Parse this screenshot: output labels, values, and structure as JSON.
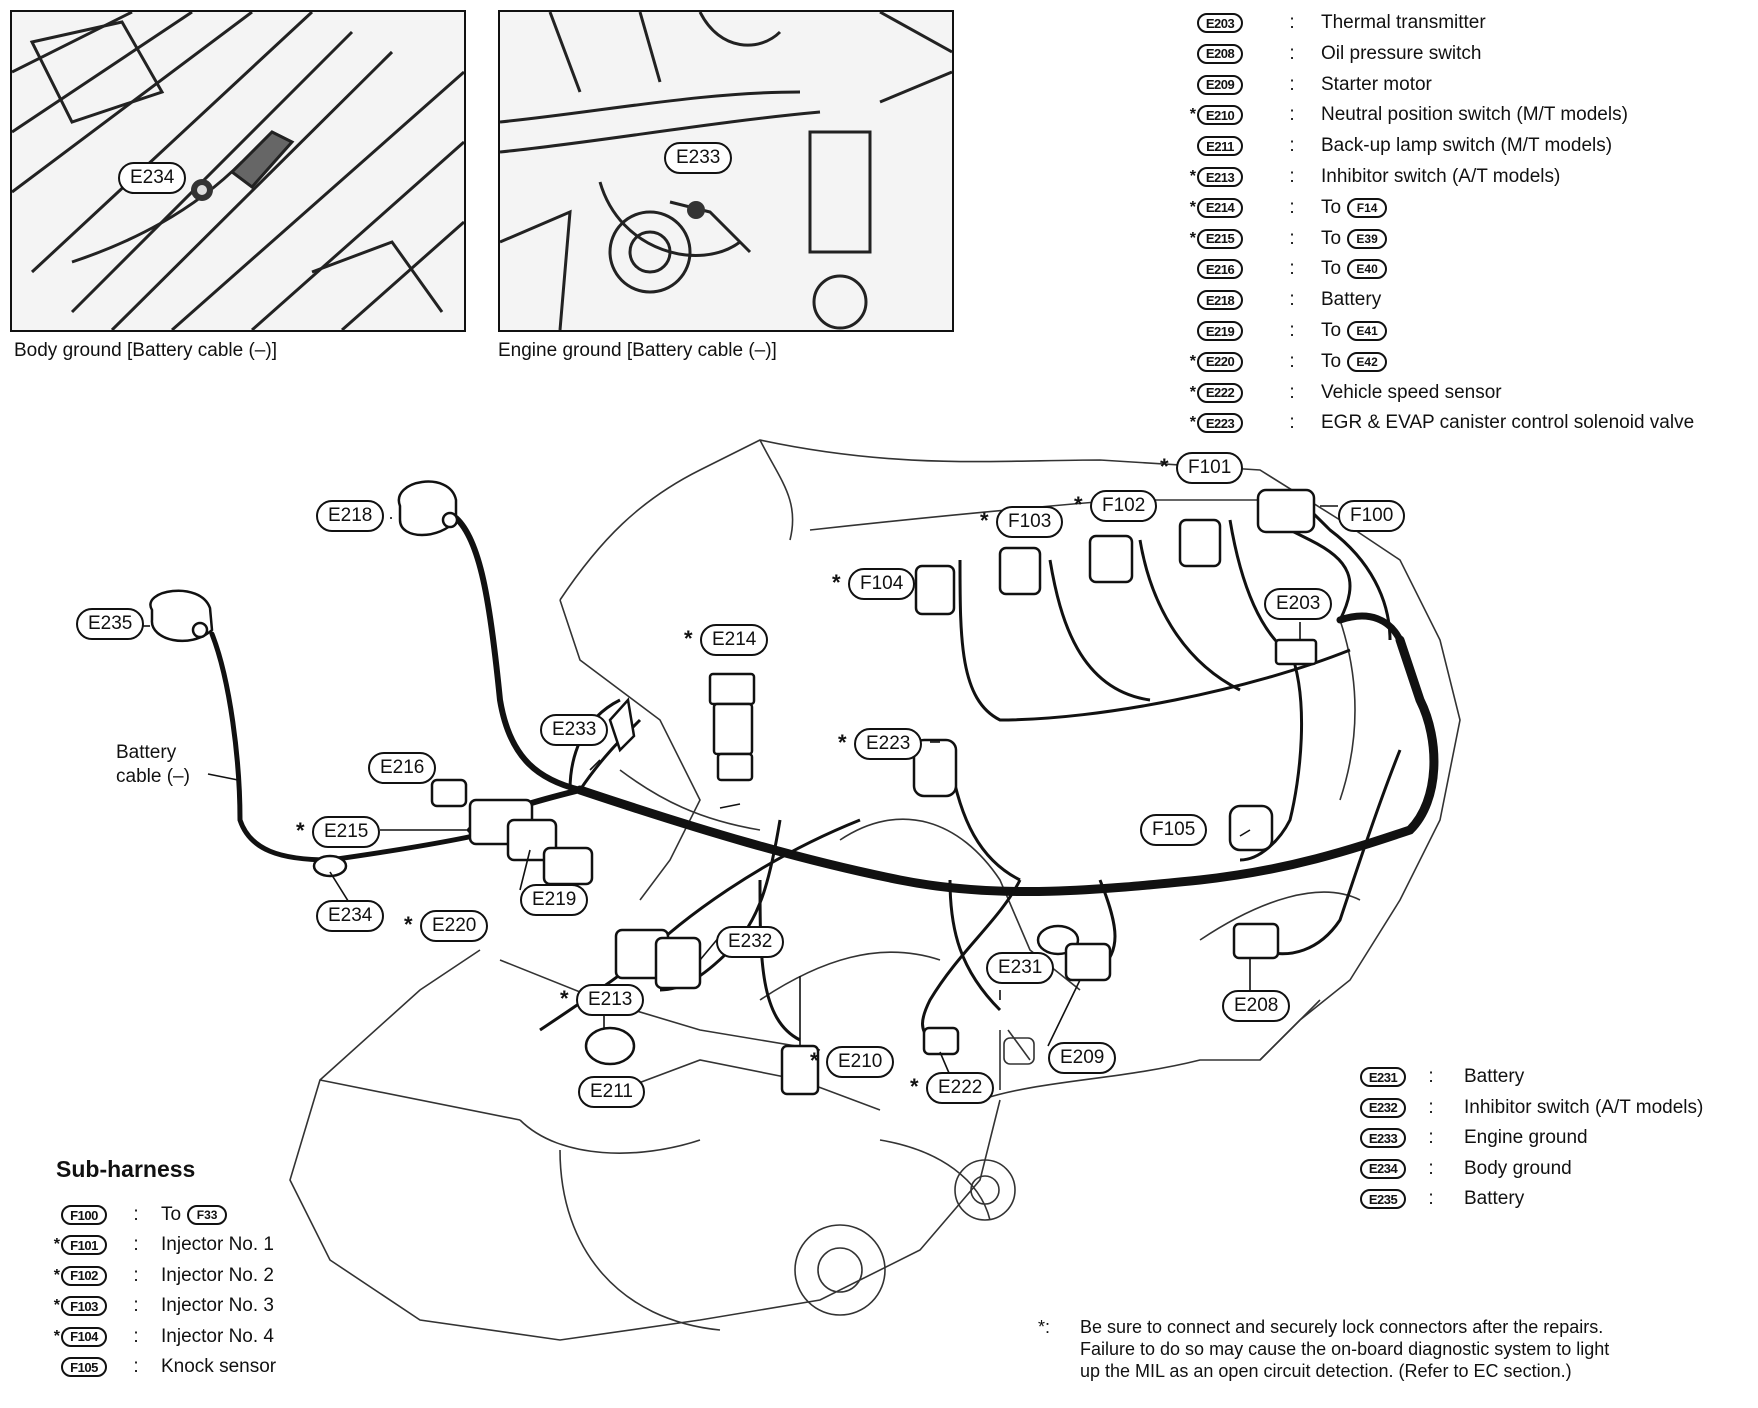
{
  "photos": {
    "body_ground_caption": "Body ground [Battery cable (–)]",
    "engine_ground_caption": "Engine ground [Battery cable (–)]",
    "body_ground_callout": "E234",
    "engine_ground_callout": "E233"
  },
  "legend_top": [
    {
      "star": "",
      "code": "E203",
      "desc": "Thermal transmitter",
      "to": ""
    },
    {
      "star": "",
      "code": "E208",
      "desc": "Oil pressure switch",
      "to": ""
    },
    {
      "star": "",
      "code": "E209",
      "desc": "Starter motor",
      "to": ""
    },
    {
      "star": "*",
      "code": "E210",
      "desc": "Neutral position switch (M/T models)",
      "to": ""
    },
    {
      "star": "",
      "code": "E211",
      "desc": "Back-up lamp switch (M/T models)",
      "to": ""
    },
    {
      "star": "*",
      "code": "E213",
      "desc": "Inhibitor switch (A/T models)",
      "to": ""
    },
    {
      "star": "*",
      "code": "E214",
      "desc": "To",
      "to": "F14"
    },
    {
      "star": "*",
      "code": "E215",
      "desc": "To",
      "to": "E39"
    },
    {
      "star": "",
      "code": "E216",
      "desc": "To",
      "to": "E40"
    },
    {
      "star": "",
      "code": "E218",
      "desc": "Battery",
      "to": ""
    },
    {
      "star": "",
      "code": "E219",
      "desc": "To",
      "to": "E41"
    },
    {
      "star": "*",
      "code": "E220",
      "desc": "To",
      "to": "E42"
    },
    {
      "star": "*",
      "code": "E222",
      "desc": "Vehicle speed sensor",
      "to": ""
    },
    {
      "star": "*",
      "code": "E223",
      "desc": "EGR & EVAP canister control solenoid valve",
      "to": ""
    }
  ],
  "legend_right": [
    {
      "code": "E231",
      "desc": "Battery"
    },
    {
      "code": "E232",
      "desc": "Inhibitor switch (A/T models)"
    },
    {
      "code": "E233",
      "desc": "Engine ground"
    },
    {
      "code": "E234",
      "desc": "Body ground"
    },
    {
      "code": "E235",
      "desc": "Battery"
    }
  ],
  "sub_harness": {
    "title": "Sub-harness",
    "items": [
      {
        "star": "",
        "code": "F100",
        "desc": "To",
        "to": "F33"
      },
      {
        "star": "*",
        "code": "F101",
        "desc": "Injector No. 1",
        "to": ""
      },
      {
        "star": "*",
        "code": "F102",
        "desc": "Injector No. 2",
        "to": ""
      },
      {
        "star": "*",
        "code": "F103",
        "desc": "Injector No. 3",
        "to": ""
      },
      {
        "star": "*",
        "code": "F104",
        "desc": "Injector No. 4",
        "to": ""
      },
      {
        "star": "",
        "code": "F105",
        "desc": "Knock sensor",
        "to": ""
      }
    ]
  },
  "battery_cable_label_1": "Battery",
  "battery_cable_label_2": "cable (–)",
  "callouts": [
    {
      "id": "E218",
      "star": ""
    },
    {
      "id": "E235",
      "star": ""
    },
    {
      "id": "E233",
      "star": ""
    },
    {
      "id": "E216",
      "star": ""
    },
    {
      "id": "E215",
      "star": "*"
    },
    {
      "id": "E234",
      "star": ""
    },
    {
      "id": "E220",
      "star": "*"
    },
    {
      "id": "E219",
      "star": ""
    },
    {
      "id": "E214",
      "star": "*"
    },
    {
      "id": "E232",
      "star": ""
    },
    {
      "id": "E213",
      "star": "*"
    },
    {
      "id": "E211",
      "star": ""
    },
    {
      "id": "E210",
      "star": "*"
    },
    {
      "id": "E222",
      "star": "*"
    },
    {
      "id": "E231",
      "star": ""
    },
    {
      "id": "E209",
      "star": ""
    },
    {
      "id": "E208",
      "star": ""
    },
    {
      "id": "E223",
      "star": "*"
    },
    {
      "id": "E203",
      "star": ""
    },
    {
      "id": "F105",
      "star": ""
    },
    {
      "id": "F104",
      "star": "*"
    },
    {
      "id": "F103",
      "star": "*"
    },
    {
      "id": "F102",
      "star": "*"
    },
    {
      "id": "F101",
      "star": "*"
    },
    {
      "id": "F100",
      "star": ""
    }
  ],
  "note": {
    "star": "*:",
    "line1": "Be sure to connect and securely lock connectors after the repairs.",
    "line2": "Failure to do so may cause the on-board diagnostic system to light",
    "line3": "up the MIL as an open circuit detection. (Refer to EC section.)"
  }
}
